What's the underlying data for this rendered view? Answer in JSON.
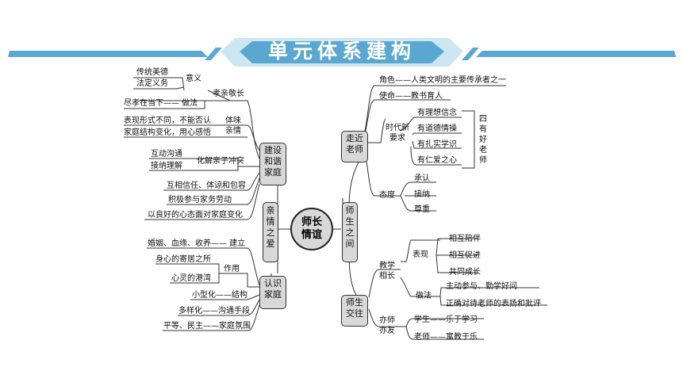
{
  "title": "单元体系建构",
  "center": "师长情谊",
  "left": {
    "qinqing": "亲情之爱",
    "jiansheng": "建设和谐家庭",
    "renshi": "认识家庭",
    "xiaoqin": "孝亲敬长",
    "chuantong": "传统美德",
    "fading": "法定义务",
    "yiyi": "意义",
    "jinxiao": "尽孝在当下——  做法",
    "tiwei": "体味亲情",
    "biaoxian": "表现形式不同，不能否认",
    "jiating_bianhua": "家庭结构变化，用心感悟",
    "hudong": "互动沟通",
    "jiena": "接纳理解",
    "huajie": "化解亲子冲突",
    "huxiang": "互相信任、体谅和包容",
    "jiji": "积极参与家务劳动",
    "lianghao": "以良好的心态面对家庭变化",
    "hunyin": "婚姻、血缘、收养——  建立",
    "shenxin": "身心的寄居之所",
    "xinling": "心灵的港湾",
    "zuoyong": "作用",
    "xiaoxing": "小型化——结构",
    "duoyang": "多样化——沟通手段",
    "pingdeng": "平等、民主——家庭氛围"
  },
  "right": {
    "shisheng": "师生之间",
    "zoujin": "走近老师",
    "jiaowang": "师生交往",
    "juese": "角色——人类文明的主要传承者之一",
    "shiming": "使命——教书育人",
    "shidai": "时代新要求",
    "lixiang": "有理想信念",
    "daode": "有道德情操",
    "zhishi": "有扎实学识",
    "renai": "有仁爱之心",
    "sihao": "四有好老师",
    "taidu": "态度",
    "chengren": "承认",
    "jiena": "接纳",
    "zunzhong": "尊重",
    "jiaoxue": "教学相长",
    "biaoxian": "表现",
    "peiban": "相互陪伴",
    "cujin": "相互促进",
    "chengzhang": "共同成长",
    "zuofa": "做法",
    "zhudong": "主动参与、勤学好问",
    "zhengque": "正确对待老师的表扬和批评",
    "yishi": "亦师亦友",
    "xuesheng": "学生——乐于学习",
    "laoshi": "老师——寓教于乐"
  },
  "colors": {
    "banner": "#5aa8d2",
    "banner_light": "#cde6f4",
    "box": "#d8d8d8",
    "line": "#333333"
  }
}
